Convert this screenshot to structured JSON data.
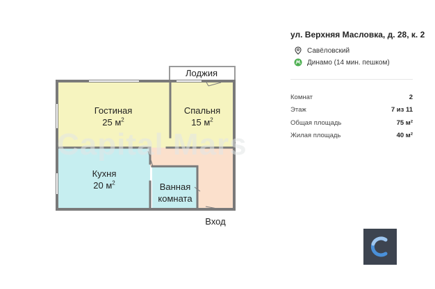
{
  "plan": {
    "rooms": [
      {
        "id": "living",
        "name": "Гостиная",
        "area": "25 м"
      },
      {
        "id": "bedroom",
        "name": "Спальня",
        "area": "15 м"
      },
      {
        "id": "kitchen",
        "name": "Кухня",
        "area": "20 м"
      },
      {
        "id": "bath",
        "name": "Ванная\nкомната"
      }
    ],
    "loggia": "Лоджия",
    "entrance": "Вход",
    "watermark": "Capital Mars",
    "colors": {
      "living": "#f6f4bf",
      "bedroom": "#f6f4bf",
      "kitchen": "#c6eef0",
      "hall": "#fbe0cc",
      "bath": "#c6eef0",
      "wall": "#808080"
    }
  },
  "info": {
    "address": "ул. Верхняя Масловка, д. 28, к. 2",
    "district": "Савёловский",
    "metro": "Динамо (14 мин. пешком)",
    "metro_color": "#4caf50",
    "params": [
      {
        "label": "Комнат",
        "value": "2"
      },
      {
        "label": "Этаж",
        "value": "7 из 11"
      },
      {
        "label": "Общая площадь",
        "value": "75 м²"
      },
      {
        "label": "Жилая площадь",
        "value": "40 м²"
      }
    ]
  },
  "logo": {
    "name": "capital-mars-logo",
    "bg": "#3d4450",
    "accent": "#4a90d9"
  }
}
